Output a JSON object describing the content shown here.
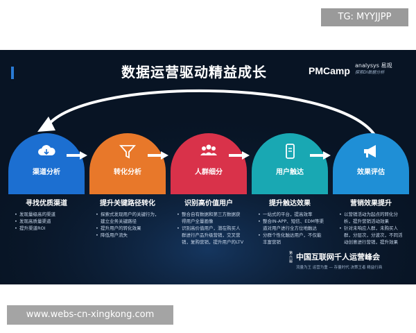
{
  "watermarks": {
    "top_right": "TG: MYYJJPP",
    "bottom_left": "www.webs-cn-xingkong.com"
  },
  "slide": {
    "title": "数据运营驱动精益成长",
    "brand": "PMCamp",
    "partner": {
      "name": "analysys 易观",
      "tagline": "探索DI数据分析"
    },
    "steps": [
      {
        "label": "渠道分析",
        "icon": "cloud-icon",
        "color": "#1c6fd1",
        "heading": "寻找优质渠道",
        "bullets": [
          "发现量级高的渠道",
          "发现高质量渠道",
          "提升渠道ROI"
        ]
      },
      {
        "label": "转化分析",
        "icon": "funnel-icon",
        "color": "#e8782a",
        "heading": "提升关键路径转化",
        "bullets": [
          "探索式发现用户的关键行为，建立业务关键路径",
          "提升用户的转化效果",
          "降低用户流失"
        ]
      },
      {
        "label": "人群细分",
        "icon": "people-icon",
        "color": "#d9324a",
        "heading": "识别高价值用户",
        "bullets": [
          "整合自有数据和第三方数据获得用户全量画像",
          "识别高价值用户，潜在购买人群进行产品升级营销，交叉营销，复购营销，提升用户的LTV"
        ]
      },
      {
        "label": "用户触达",
        "icon": "phone-icon",
        "color": "#19a8b3",
        "heading": "提升触达效果",
        "bullets": [
          "一站式的平台，提高效率",
          "整合IN-APP、短信、EDM等渠道对用户进行全方位地触达",
          "分群个性化触达用户，不仅能丰富营销"
        ]
      },
      {
        "label": "效果评估",
        "icon": "megaphone-icon",
        "color": "#1f8fd6",
        "heading": "营销效果提升",
        "bullets": [
          "以营销活动为起点的转化分析，提升营销活动效果",
          "针对未响应人群，未购买人群，分层次，分波次，不同活动创意进行营销，提升效果"
        ]
      }
    ],
    "footer": {
      "edition": "第六届",
      "conference": "中国互联网千人运营峰会",
      "slogan": "流量为王 运营为重 — 存量时代 决策王者 精益行商"
    }
  }
}
